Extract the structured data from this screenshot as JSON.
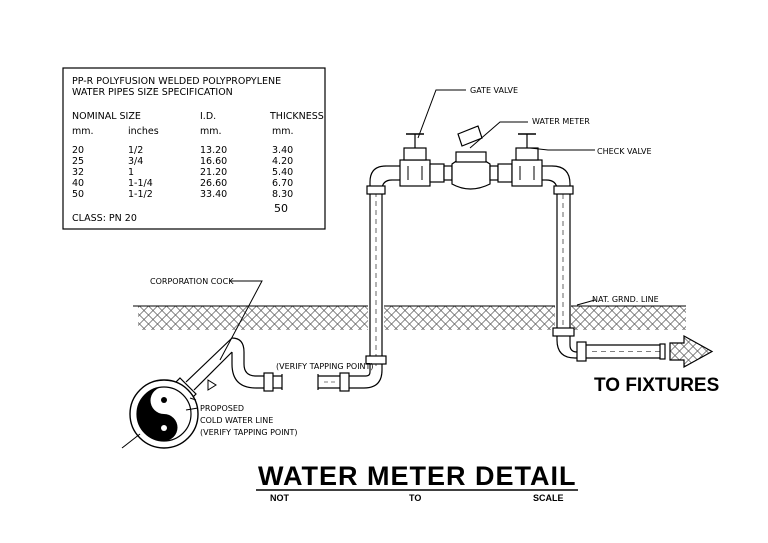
{
  "spec_table": {
    "title_line1": "PP-R POLYFUSION WELDED POLYPROPYLENE",
    "title_line2": "WATER PIPES SIZE SPECIFICATION",
    "headers": [
      "NOMINAL SIZE",
      "I.D.",
      "THICKNESS"
    ],
    "units": [
      "mm.",
      "inches",
      "mm.",
      "mm."
    ],
    "rows": [
      [
        "20",
        "1/2",
        "13.20",
        "3.40"
      ],
      [
        "25",
        "3/4",
        "16.60",
        "4.20"
      ],
      [
        "32",
        "1",
        "21.20",
        "5.40"
      ],
      [
        "40",
        "1-1/4",
        "26.60",
        "6.70"
      ],
      [
        "50",
        "1-1/2",
        "33.40",
        "8.30"
      ]
    ],
    "extra_note": "50",
    "class_label": "CLASS: PN 20"
  },
  "labels": {
    "gate_valve": "GATE VALVE",
    "water_meter": "WATER METER",
    "check_valve": "CHECK VALVE",
    "corporation_cock": "CORPORATION COCK",
    "nat_grnd_line": "NAT. GRND. LINE",
    "verify_tapping": "(VERIFY TAPPING POINT)",
    "proposed_line1": "PROPOSED",
    "proposed_line2": "COLD WATER LINE",
    "proposed_line3": "(VERIFY TAPPING POINT)",
    "to_fixtures": "TO FIXTURES"
  },
  "title_block": {
    "title": "WATER METER DETAIL",
    "scale_words": [
      "NOT",
      "TO",
      "SCALE"
    ]
  }
}
